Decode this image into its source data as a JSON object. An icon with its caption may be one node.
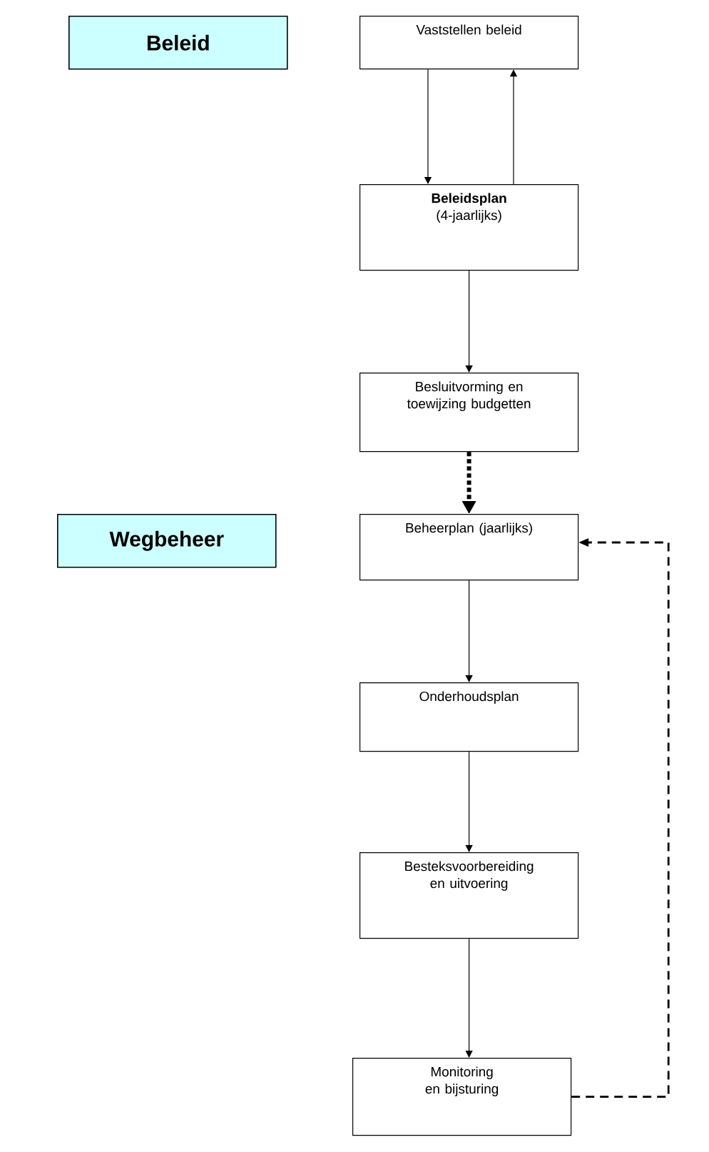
{
  "diagram": {
    "nodes": [
      {
        "text": [
          "Beleid"
        ]
      },
      {
        "text": [
          "Vaststellen beleid"
        ]
      },
      {
        "text": [
          "Beleidsplan",
          "(4-jaarlijks)"
        ]
      },
      {
        "text": [
          "Besluitvorming en toewijzing budgetten"
        ]
      },
      {
        "text": [
          "Wegbeheer"
        ]
      },
      {
        "text": [
          "Beheerplan (jaarlijks)"
        ]
      },
      {
        "text": [
          "Onderhoudsplan"
        ]
      },
      {
        "text": [
          "Besteksvoorbereiding en uitvoering"
        ]
      },
      {
        "text": [
          "Monitoring en bijsturing"
        ]
      }
    ],
    "edges": [
      {
        "from": 1,
        "to": 2,
        "arrow": "to"
      },
      {
        "from": 2,
        "to": 1,
        "arrow": "to"
      },
      {
        "from": 2,
        "to": 3,
        "arrow": "to"
      },
      {
        "from": 3,
        "to": 5,
        "arrow": "to",
        "style": "dashed"
      },
      {
        "from": 5,
        "to": 6,
        "arrow": "to"
      },
      {
        "from": 6,
        "to": 7,
        "arrow": "to"
      },
      {
        "from": 7,
        "to": 8,
        "arrow": "to"
      },
      {
        "from": 8,
        "to": 5,
        "arrow": "to",
        "style": "dashed"
      }
    ]
  }
}
